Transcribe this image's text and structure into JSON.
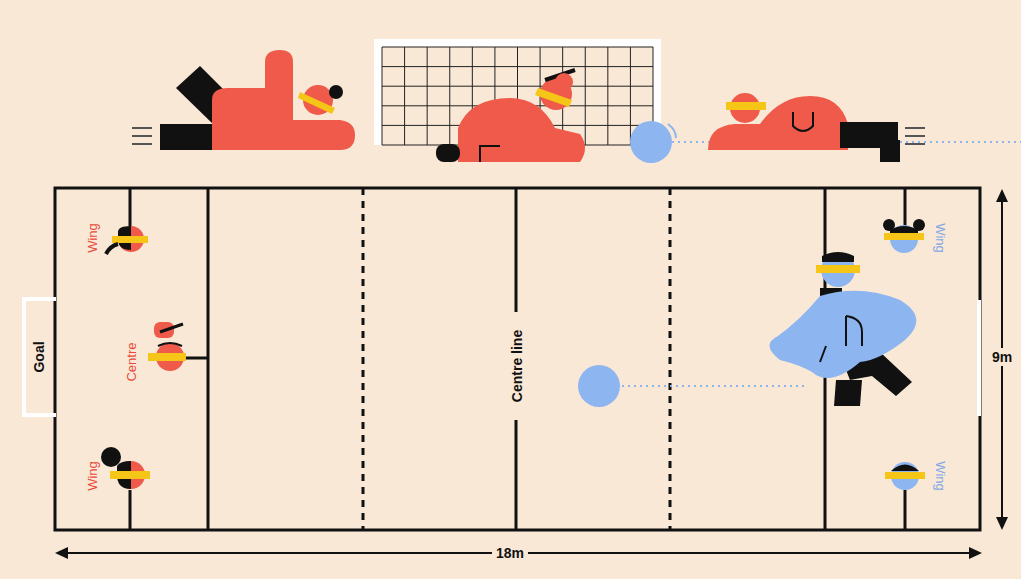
{
  "diagram": {
    "nodes": [
      {
        "text": [
          "Goal"
        ]
      }
    ],
    "labels": [
      "Wing",
      "Centre",
      "Wing",
      "Centre line",
      "Wing",
      "9m",
      "Wing",
      "18m"
    ]
  }
}
